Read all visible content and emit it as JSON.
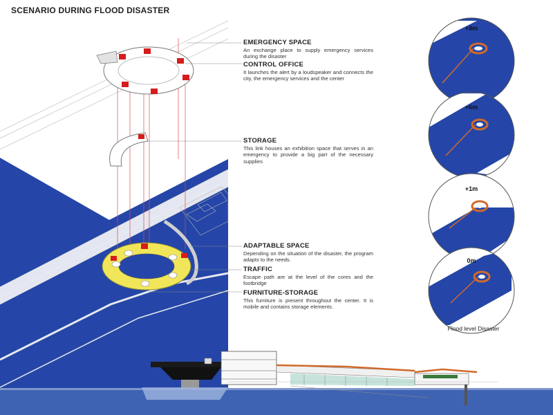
{
  "title": "SCENARIO DURING FLOOD DISASTER",
  "labels": {
    "emergency_space": {
      "title": "EMERGENCY SPACE",
      "text": "An exchange place to supply emergency services during the disaster"
    },
    "control_office": {
      "title": "CONTROL OFFICE",
      "text": "It launches the alert by a loudspeaker and connects the city, the emergency services and the center"
    },
    "storage": {
      "title": "STORAGE",
      "text": "This link houses an exhibition space that serves in an emergency to provide a big part of the necessary supplies"
    },
    "adaptable_space": {
      "title": "ADAPTABLE SPACE",
      "text": "Depending on the situation of the disaster, the program adapts to the needs."
    },
    "traffic": {
      "title": "TRAFFIC",
      "text": "Escape path are at the level of the cores and the footbridge"
    },
    "furniture_storage": {
      "title": "FURNITURE-STORAGE",
      "text": "This furniture is present throughout the center. It is mobile and contains storage elements."
    }
  },
  "flood_levels": [
    "+8m",
    "+6m",
    "+1m",
    "0m"
  ],
  "flood_caption": "Flood level Disaster",
  "colors": {
    "water": "#2546a8",
    "highlight": "#f1e65a",
    "core": "#d71c1c",
    "guide": "#d94a4a",
    "structure_orange": "#d06a2a"
  }
}
